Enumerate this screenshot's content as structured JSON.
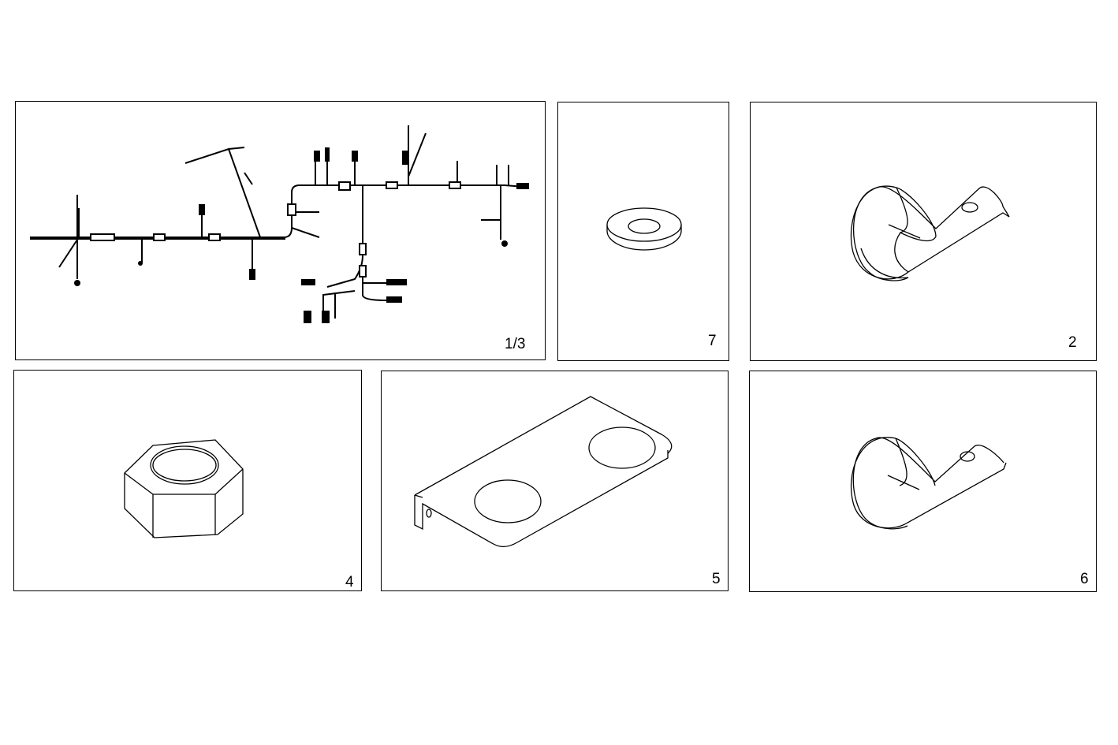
{
  "panels": [
    {
      "id": "harness",
      "label": "1/3"
    },
    {
      "id": "washer",
      "label": "7"
    },
    {
      "id": "clamp-large",
      "label": "2"
    },
    {
      "id": "nut",
      "label": "4"
    },
    {
      "id": "bracket",
      "label": "5"
    },
    {
      "id": "clamp-small",
      "label": "6"
    }
  ]
}
